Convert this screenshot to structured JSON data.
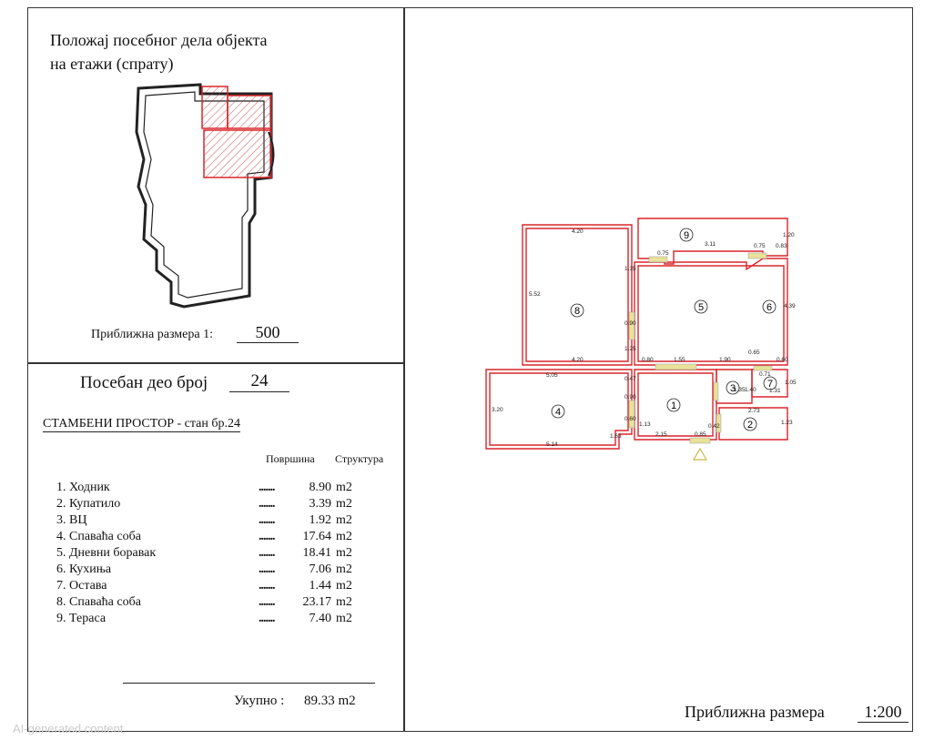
{
  "location": {
    "title_line1": "Положај посебног дела објекта",
    "title_line2": "на етажи (спрату)",
    "scale_label": "Приближна размера  1:",
    "scale_value": "500"
  },
  "unit": {
    "label": "Посебан део број",
    "number": "24",
    "heading": "СТАМБЕНИ  ПРОСТОР",
    "heading_suffix": " - стан бр.24",
    "col_area": "Површина",
    "col_structure": "Структура",
    "dots": ".......",
    "rooms": [
      {
        "label": "1. Ходник",
        "area": "8.90",
        "unit": "m2"
      },
      {
        "label": "2. Купатило",
        "area": "3.39",
        "unit": "m2"
      },
      {
        "label": "3. ВЦ",
        "area": "1.92",
        "unit": "m2"
      },
      {
        "label": "4. Спаваћа соба",
        "area": "17.64",
        "unit": "m2"
      },
      {
        "label": "5. Дневни боравак",
        "area": "18.41",
        "unit": "m2"
      },
      {
        "label": "6. Кухиња",
        "area": "7.06",
        "unit": "m2"
      },
      {
        "label": "7. Остава",
        "area": "1.44",
        "unit": "m2"
      },
      {
        "label": "8. Спаваћа соба",
        "area": "23.17",
        "unit": "m2"
      },
      {
        "label": "9. Тераса",
        "area": "7.40",
        "unit": "m2"
      }
    ],
    "total_label": "Укупно :",
    "total_value": "89.33 m2"
  },
  "plan": {
    "room_numbers": [
      "1",
      "2",
      "3",
      "4",
      "5",
      "6",
      "7",
      "8",
      "9"
    ],
    "dims": [
      "4.20",
      "5.52",
      "1.35",
      "0.90",
      "1.25",
      "4.20",
      "5.14",
      "3.20",
      "1.63",
      "0.60",
      "0.90",
      "0.47",
      "5.05",
      "2.15",
      "0.85",
      "0.42",
      "1.13",
      "0.80",
      "1.55",
      "1.90",
      "0.65",
      "0.60",
      "3.11",
      "0.75",
      "0.75",
      "0.83",
      "1.20",
      "4.39",
      "1.35",
      "1.40",
      "2.73",
      "1.23",
      "0.71",
      "1.31",
      "1.05"
    ],
    "scale_label": "Приближна размера ",
    "scale_value": "1:200"
  },
  "watermark": "AI-generated content",
  "colors": {
    "wall": "#d9262b",
    "door": "#e8e29a",
    "hatch": "#d9262b"
  }
}
